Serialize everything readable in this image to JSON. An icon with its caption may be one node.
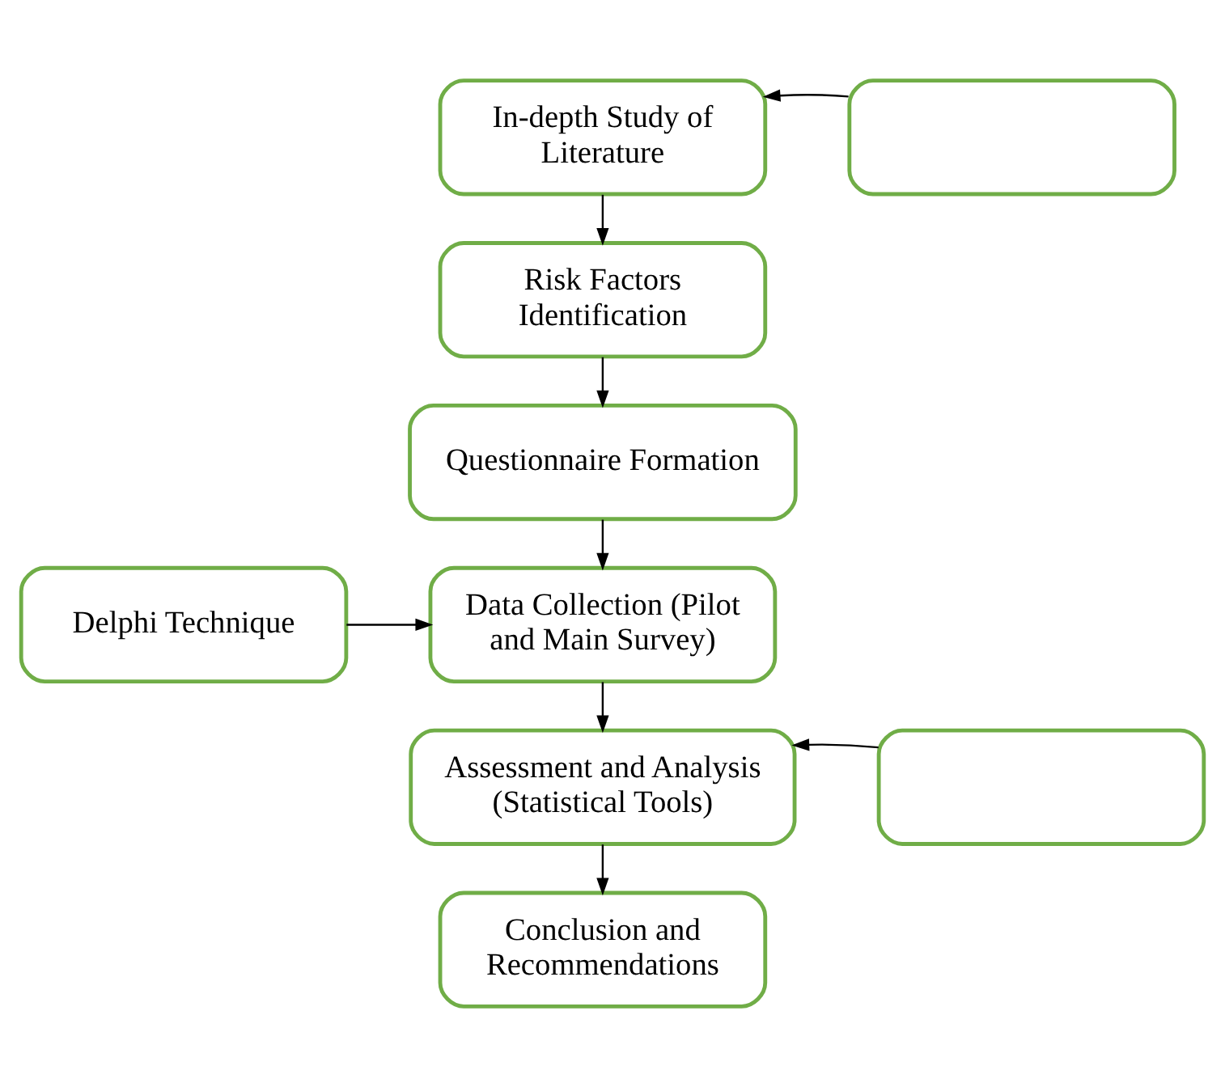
{
  "diagram": {
    "nodes": [
      {
        "text": [
          "In-depth Study of Literature"
        ]
      },
      {
        "text": [],
        "shape": "box"
      },
      {
        "text": [
          "Risk Factors Identification"
        ]
      },
      {
        "text": [
          "Questionnaire Formation"
        ]
      },
      {
        "text": [
          "Delphi Technique"
        ]
      },
      {
        "text": [
          "Data Collection (Pilot and Main Survey)"
        ]
      },
      {
        "text": [
          "Assessment and Analysis (Statistical Tools)"
        ]
      },
      {
        "text": [],
        "shape": "box"
      },
      {
        "text": [
          "Conclusion and Recommendations"
        ]
      }
    ],
    "edges": [
      {
        "from": 1,
        "to": 0,
        "arrow": "to"
      },
      {
        "from": 0,
        "to": 2,
        "arrow": "to"
      },
      {
        "from": 2,
        "to": 3,
        "arrow": "to"
      },
      {
        "from": 3,
        "to": 5,
        "arrow": "to"
      },
      {
        "from": 4,
        "to": 5,
        "arrow": "to"
      },
      {
        "from": 5,
        "to": 6,
        "arrow": "to"
      },
      {
        "from": 7,
        "to": 6,
        "arrow": "to"
      },
      {
        "from": 6,
        "to": 8,
        "arrow": "to"
      }
    ]
  }
}
